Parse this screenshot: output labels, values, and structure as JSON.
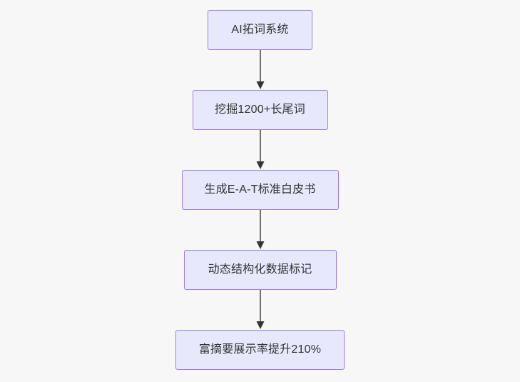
{
  "diagram": {
    "type": "flowchart",
    "direction": "top-to-bottom",
    "background_color": "#f7f7f7",
    "node_fill_color": "#e8e8fc",
    "node_border_color": "#9e7de0",
    "node_text_color": "#333333",
    "edge_color": "#6e6e6e",
    "nodes": [
      {
        "id": "n1",
        "label": "AI拓词系统"
      },
      {
        "id": "n2",
        "label": "挖掘1200+长尾词"
      },
      {
        "id": "n3",
        "label": "生成E-A-T标准白皮书"
      },
      {
        "id": "n4",
        "label": "动态结构化数据标记"
      },
      {
        "id": "n5",
        "label": "富摘要展示率提升210%"
      }
    ],
    "edges": [
      {
        "from": "n1",
        "to": "n2",
        "label": ""
      },
      {
        "from": "n2",
        "to": "n3",
        "label": ""
      },
      {
        "from": "n3",
        "to": "n4",
        "label": ""
      },
      {
        "from": "n4",
        "to": "n5",
        "label": ""
      }
    ]
  }
}
